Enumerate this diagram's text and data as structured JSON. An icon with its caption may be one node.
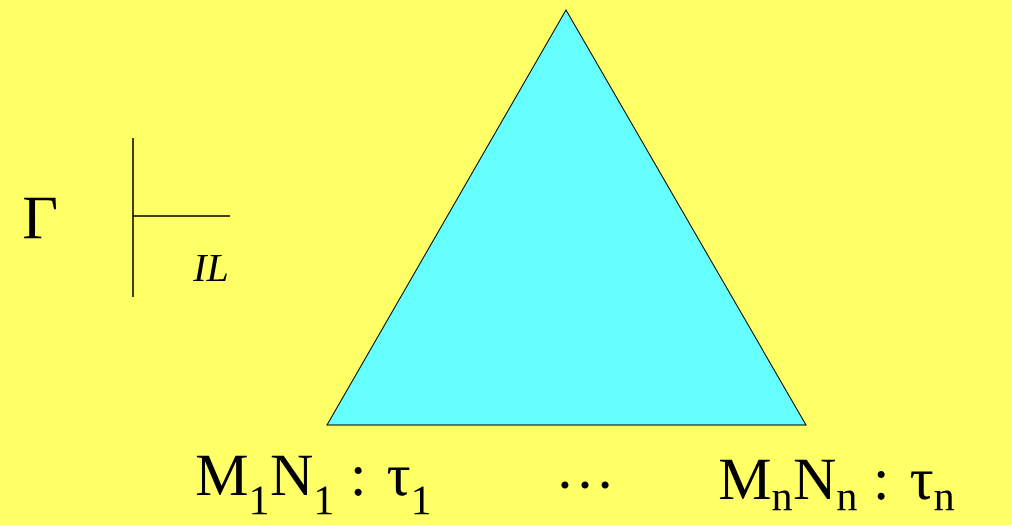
{
  "diagram": {
    "nodes": [
      {
        "text": [],
        "shape": "triangle"
      }
    ],
    "labels": [
      "Γ",
      "IL",
      "M$_{1}$N$_{1}$ : τ$_{1}$",
      "…",
      "M$_{n}$N$_{n}$ : τ$_{n}$"
    ]
  }
}
